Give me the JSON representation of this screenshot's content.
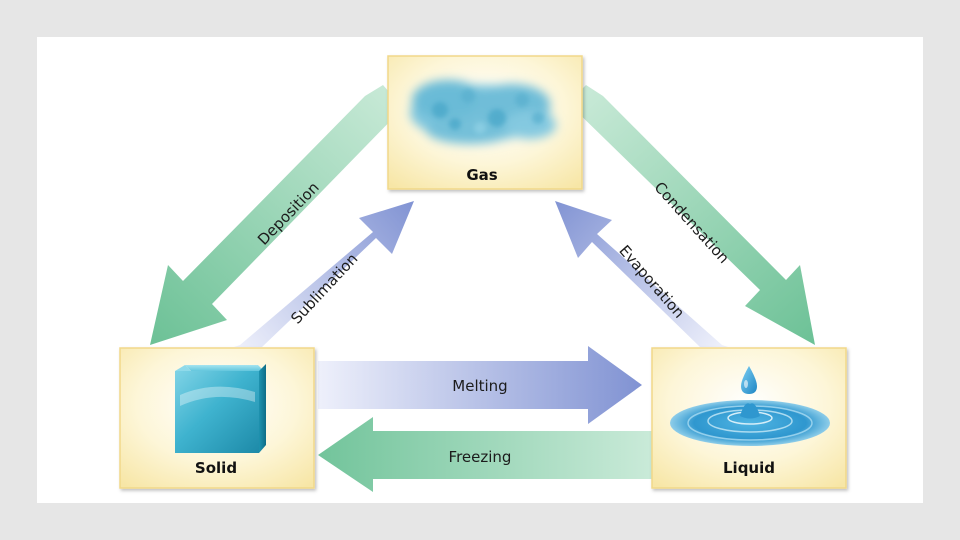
{
  "states": {
    "gas": "Gas",
    "solid": "Solid",
    "liquid": "Liquid"
  },
  "transitions": {
    "deposition": "Deposition",
    "sublimation": "Sublimation",
    "condensation": "Condensation",
    "evaporation": "Evaporation",
    "melting": "Melting",
    "freezing": "Freezing"
  },
  "colors": {
    "box_fill": "#fdf3c9",
    "box_border": "#f1d889",
    "green_arrow": "#7fc9a3",
    "blue_arrow": "#8f9fd6",
    "water": "#3fa3d6"
  }
}
